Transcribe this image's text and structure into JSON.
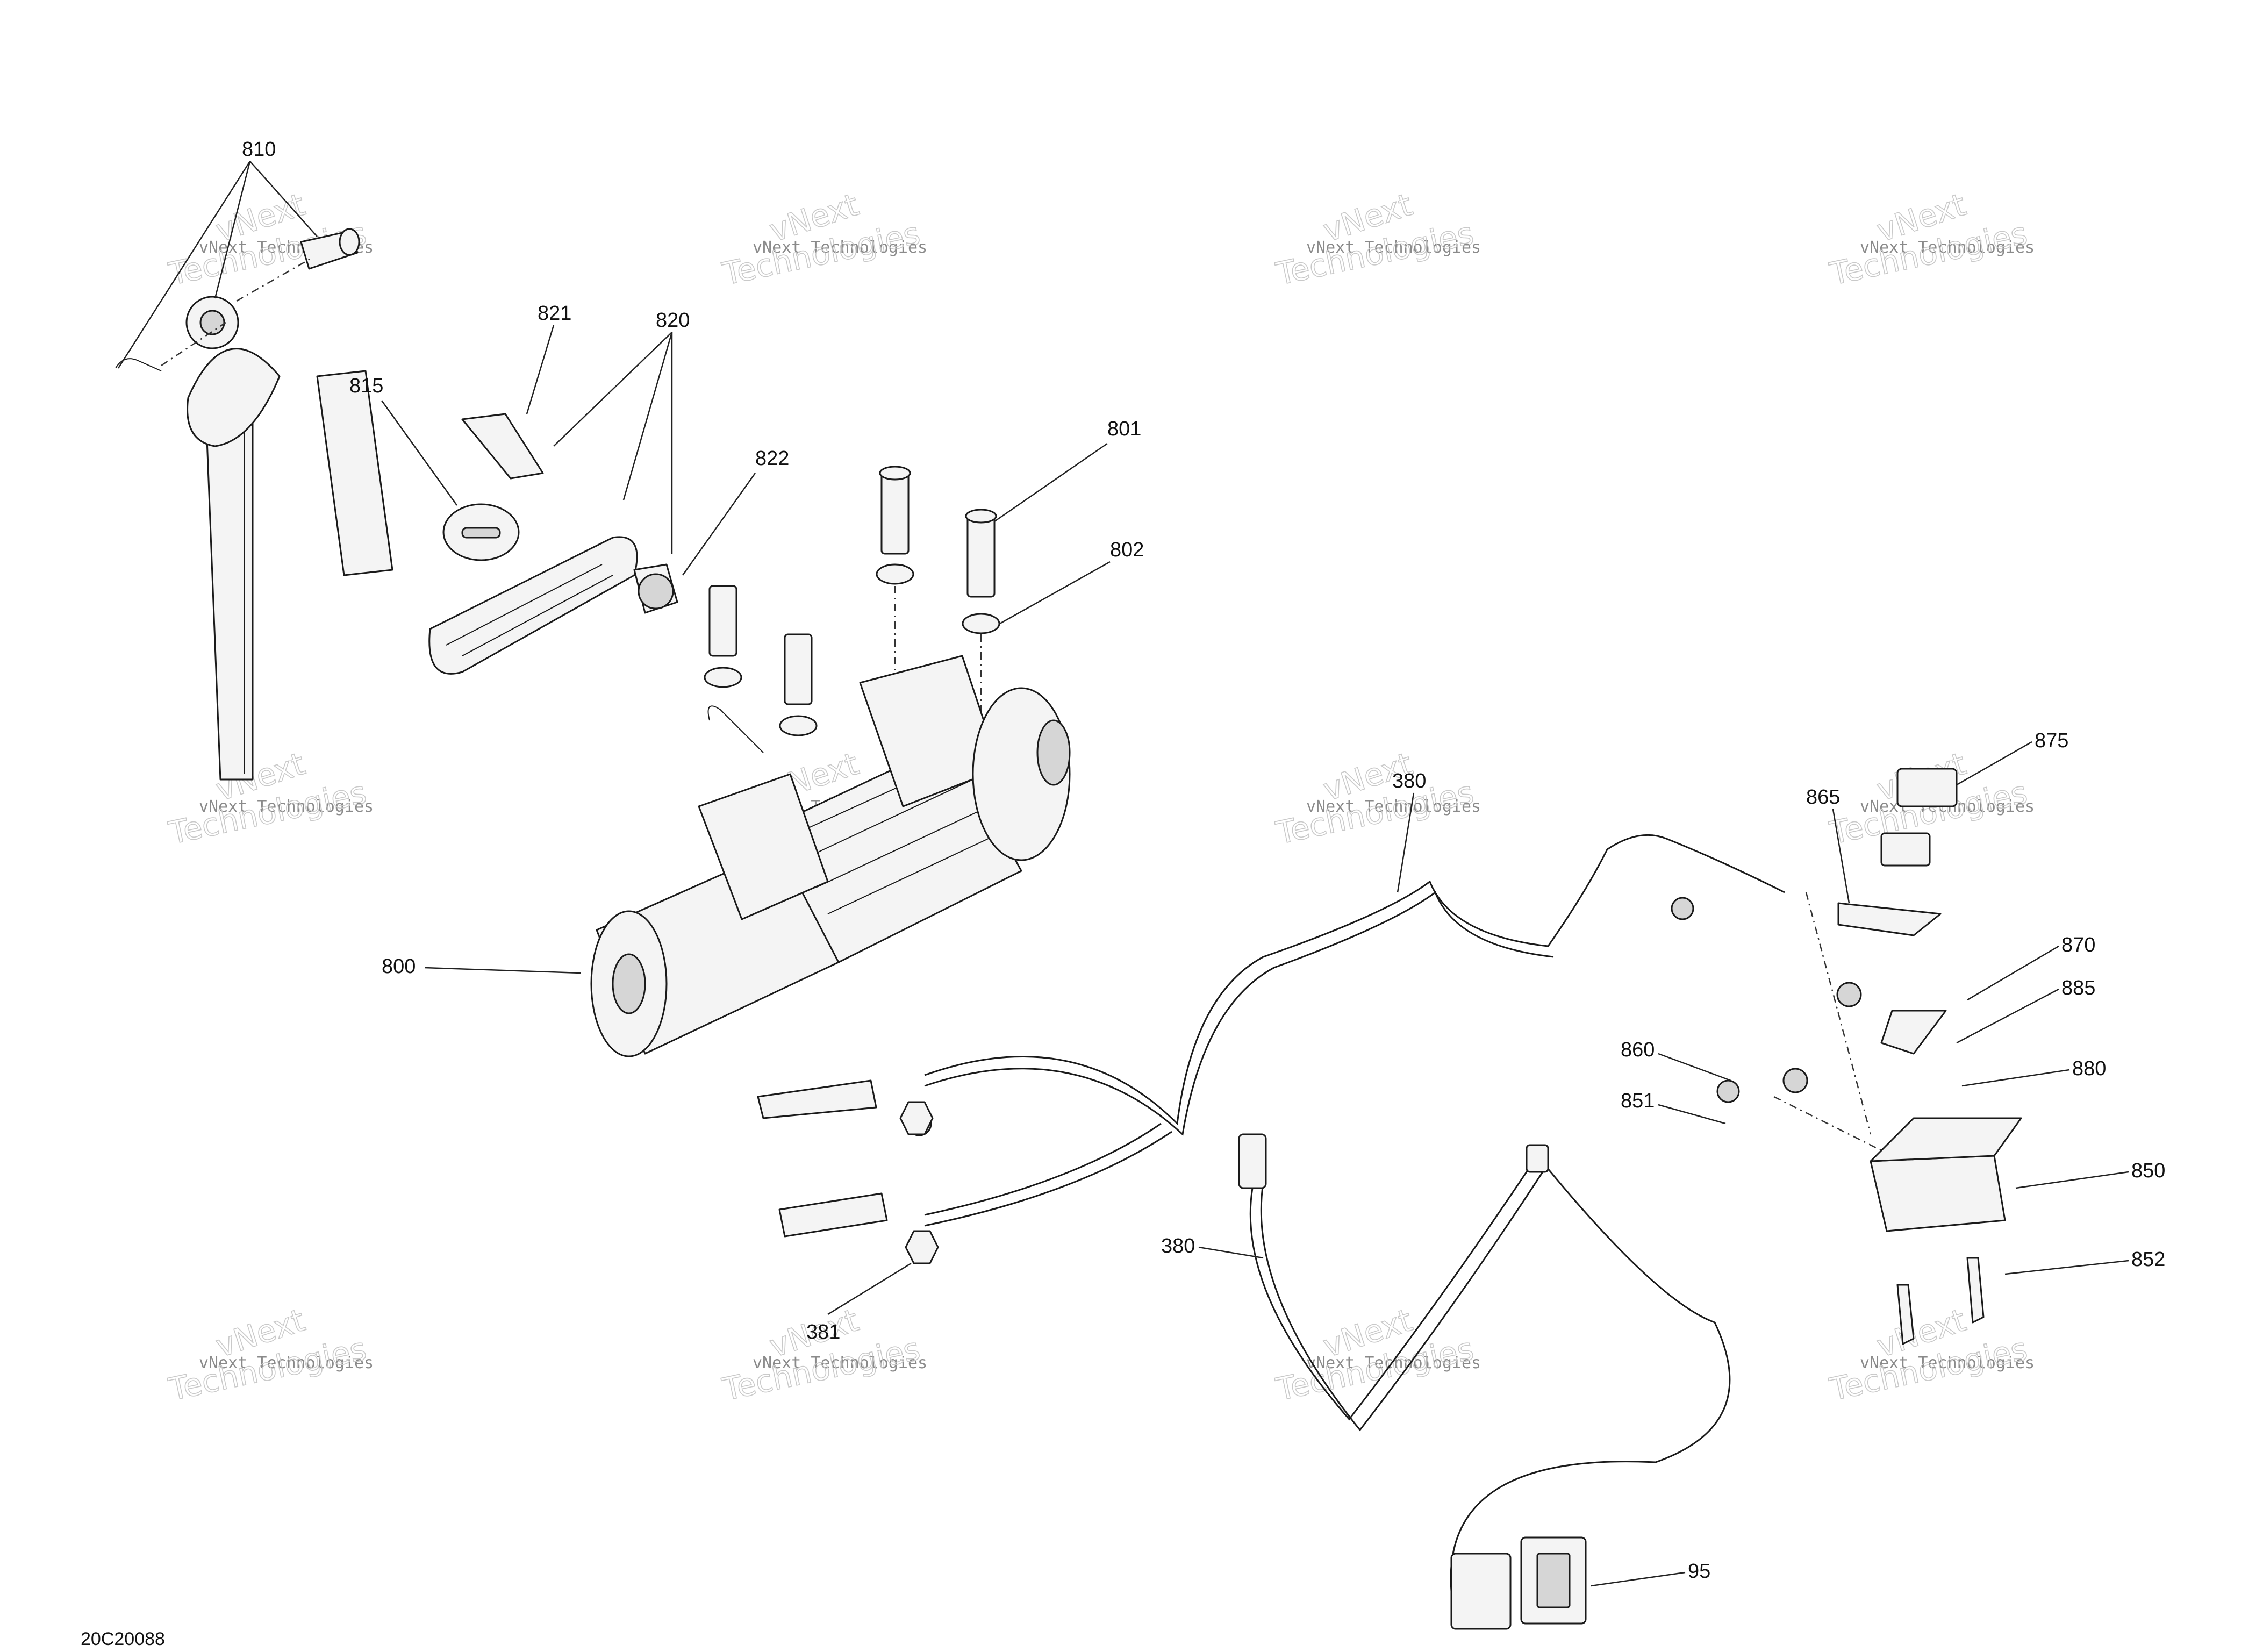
{
  "drawing_code": "20C20088",
  "watermark": {
    "line1": "vNext Technologies",
    "line2a": "vNext",
    "line2b": "Technologies"
  },
  "callouts": [
    {
      "id": "810",
      "label": "810"
    },
    {
      "id": "821",
      "label": "821"
    },
    {
      "id": "820",
      "label": "820"
    },
    {
      "id": "815",
      "label": "815"
    },
    {
      "id": "822",
      "label": "822"
    },
    {
      "id": "801",
      "label": "801"
    },
    {
      "id": "802",
      "label": "802"
    },
    {
      "id": "800",
      "label": "800"
    },
    {
      "id": "380a",
      "label": "380"
    },
    {
      "id": "875",
      "label": "875"
    },
    {
      "id": "865",
      "label": "865"
    },
    {
      "id": "870",
      "label": "870"
    },
    {
      "id": "885",
      "label": "885"
    },
    {
      "id": "880",
      "label": "880"
    },
    {
      "id": "860",
      "label": "860"
    },
    {
      "id": "851",
      "label": "851"
    },
    {
      "id": "850",
      "label": "850"
    },
    {
      "id": "852",
      "label": "852"
    },
    {
      "id": "380b",
      "label": "380"
    },
    {
      "id": "381",
      "label": "381"
    },
    {
      "id": "95",
      "label": "95"
    }
  ]
}
